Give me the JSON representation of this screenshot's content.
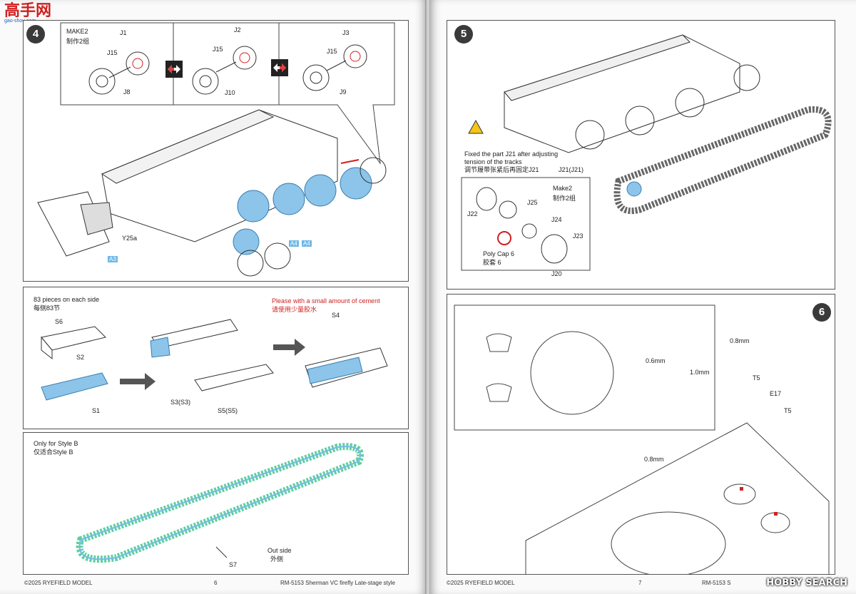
{
  "watermark": {
    "logo_text": "高手网",
    "logo_sub": "gao-shou.com"
  },
  "left_page": {
    "step4": {
      "number": "4",
      "make2": "MAKE2",
      "make2_cn": "制作2组",
      "parts": {
        "j1": "J1",
        "j2": "J2",
        "j3": "J3",
        "j15a": "J15",
        "j15b": "J15",
        "j15c": "J15",
        "j8": "J8",
        "j10": "J10",
        "j9": "J9",
        "y25a": "Y25a",
        "a3": "A3",
        "a4": "A4",
        "a4b": "A4"
      }
    },
    "tracks": {
      "pieces": "83 pieces on each side",
      "pieces_cn": "每侧83节",
      "warning": "Please with a small amount of cement",
      "warning_cn": "请使用少量胶水",
      "s6": "S6",
      "s2": "S2",
      "s1": "S1",
      "s3": "S3(S3)",
      "s5": "S5(S5)",
      "s4": "S4"
    },
    "style_b": {
      "title": "Only for Style B",
      "title_cn": "仅适合Style B",
      "out_side": "Out side",
      "out_side_cn": "外侧",
      "s7": "S7"
    },
    "footer": {
      "copyright": "©2025 RYEFIELD MODEL",
      "page": "6",
      "title": "RM-5153 Sherman VC firefly Late-stage style"
    }
  },
  "right_page": {
    "step5": {
      "number": "5",
      "note1": "Fixed the part J21 after adjusting",
      "note2": "tension of the tracks",
      "note_cn": "调节履带张紧后再固定J21",
      "j21": "J21(J21)",
      "make2": "Make2",
      "make2_cn": "制作2组",
      "j22": "J22",
      "j25": "J25",
      "j24": "J24",
      "j23": "J23",
      "j20": "J20",
      "polycap": "Poly Cap 6",
      "polycap_cn": "胶套 6"
    },
    "step6": {
      "number": "6",
      "d06": "0.6mm",
      "d08a": "0.8mm",
      "d10": "1.0mm",
      "d08b": "0.8mm",
      "t5a": "T5",
      "t5b": "T5",
      "e17": "E17"
    },
    "footer": {
      "copyright": "©2025 RYEFIELD MODEL",
      "page": "7",
      "title": "RM-5153 S"
    }
  },
  "site_logo": "HOBBY SEARCH",
  "colors": {
    "blue_part": "#6fb7e6",
    "red_accent": "#d02020",
    "track_green": "#5fd0a0"
  }
}
